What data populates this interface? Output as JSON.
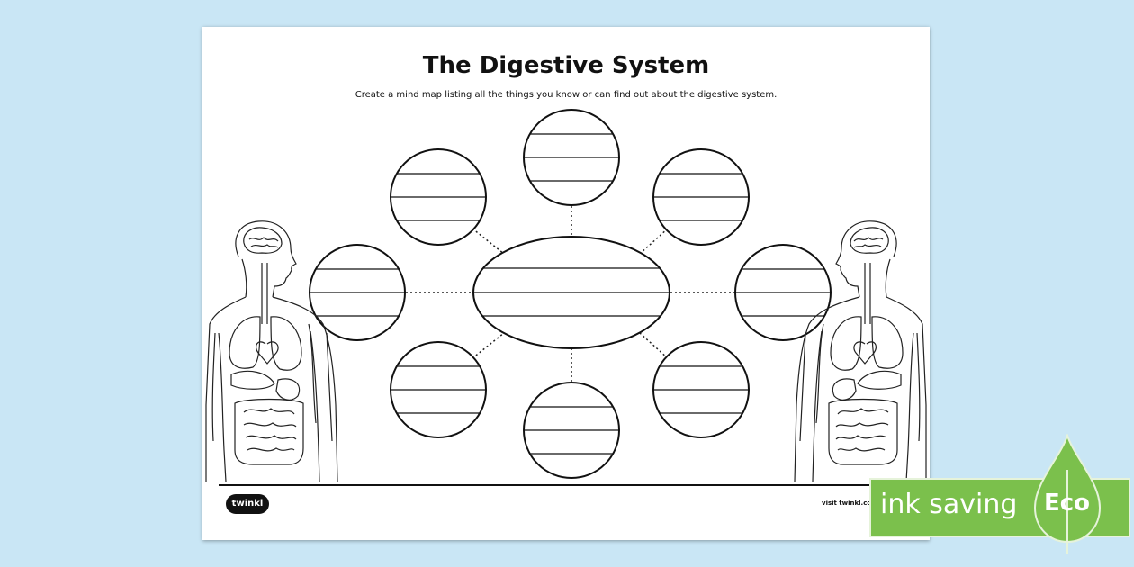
{
  "worksheet": {
    "title": "The Digestive System",
    "instruction": "Create a mind map listing all the things you know or can find out about the digestive system.",
    "logo_text": "twinkl",
    "footer_url": "visit twinkl.com"
  },
  "mind_map": {
    "center_shape": "oval",
    "outer_bubble_count": 8,
    "lines_per_bubble": 3,
    "connector_style": "dotted"
  },
  "illustrations": [
    "human-body-organs-left",
    "human-body-organs-right"
  ],
  "badge": {
    "label": "ink saving",
    "eco_label": "Eco",
    "color": "#7bc04c"
  }
}
